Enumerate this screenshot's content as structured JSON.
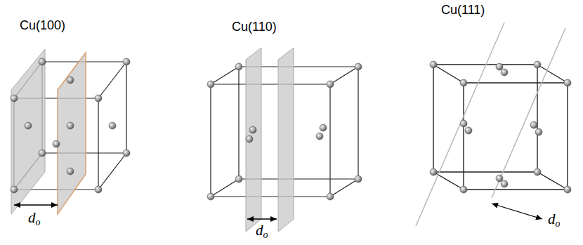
{
  "diagram": {
    "labels": [
      "Cu(100)",
      "Cu(110)",
      "Cu(111)",
      "d",
      "o",
      "d",
      "o",
      "d",
      "o"
    ]
  }
}
